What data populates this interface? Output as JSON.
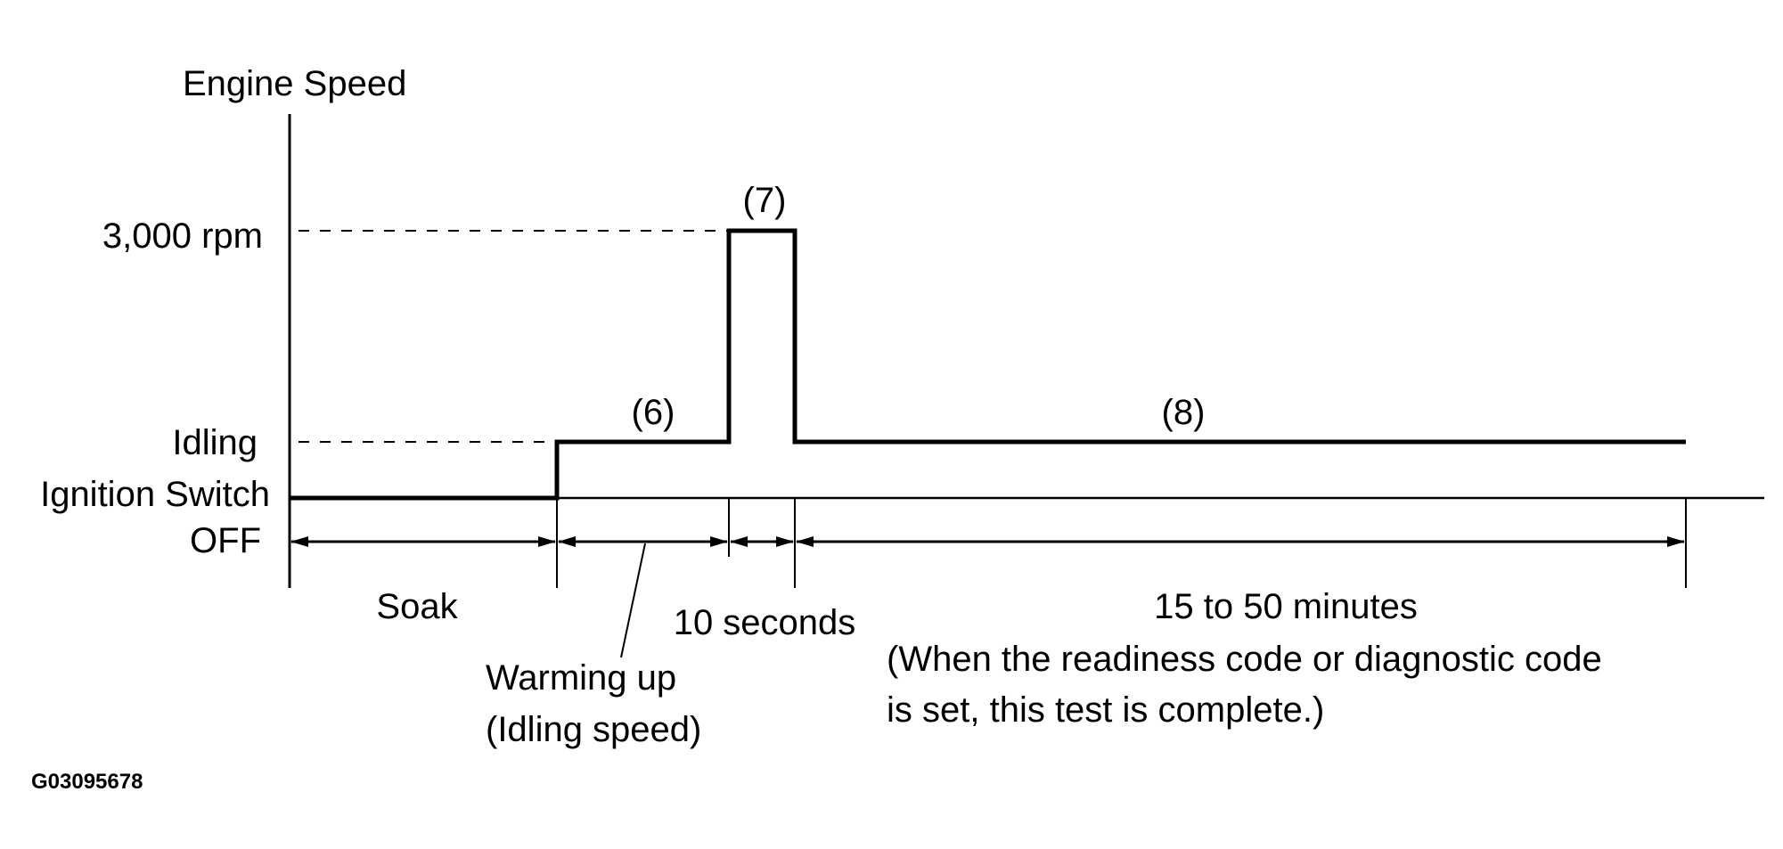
{
  "diagram": {
    "y_axis_title": "Engine Speed",
    "levels": {
      "high": "3,000 rpm",
      "idle": "Idling",
      "off_line1": "Ignition Switch",
      "off_line2": "OFF"
    },
    "step_labels": {
      "warmup": "(6)",
      "rev": "(7)",
      "hold": "(8)"
    },
    "phases": {
      "soak": "Soak",
      "warmup_line1": "Warming up",
      "warmup_line2": "(Idling speed)",
      "rev_duration": "10 seconds",
      "hold_duration": "15 to 50 minutes",
      "hold_note_line1": "(When the readiness code or diagnostic code",
      "hold_note_line2": "is set, this test is complete.)"
    },
    "figure_code": "G03095678",
    "line_color": "#000000"
  }
}
